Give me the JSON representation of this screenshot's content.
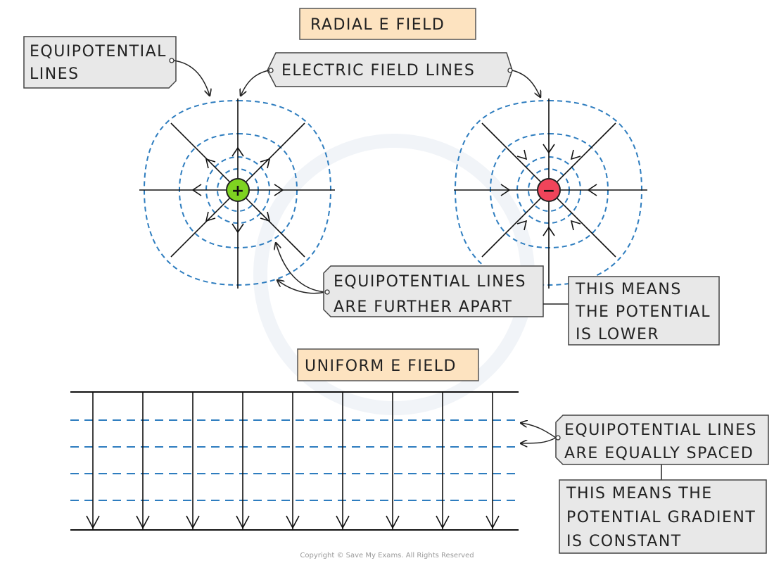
{
  "titles": {
    "radial": "RADIAL  E  FIELD",
    "uniform": "UNIFORM  E  FIELD"
  },
  "labels": {
    "equipotential_lines_1": "EQUIPOTENTIAL",
    "equipotential_lines_2": "LINES",
    "electric_field_lines": "ELECTRIC  FIELD  LINES",
    "further_apart_1": "EQUIPOTENTIAL  LINES",
    "further_apart_2": "ARE  FURTHER  APART",
    "potential_lower_1": "THIS  MEANS",
    "potential_lower_2": "THE  POTENTIAL",
    "potential_lower_3": "IS  LOWER",
    "equally_spaced_1": "EQUIPOTENTIAL  LINES",
    "equally_spaced_2": "ARE  EQUALLY  SPACED",
    "gradient_1": "THIS  MEANS  THE",
    "gradient_2": "POTENTIAL  GRADIENT",
    "gradient_3": "IS  CONSTANT"
  },
  "charges": {
    "positive": "+",
    "negative": "−"
  },
  "copyright": "Copyright © Save My Exams. All Rights Reserved",
  "colors": {
    "title_box": "#fde3c0",
    "label_box": "#e8e8e8",
    "equipotential": "#2e7dbf",
    "positive_charge": "#7ed321",
    "negative_charge": "#f0445a",
    "line": "#111111"
  }
}
